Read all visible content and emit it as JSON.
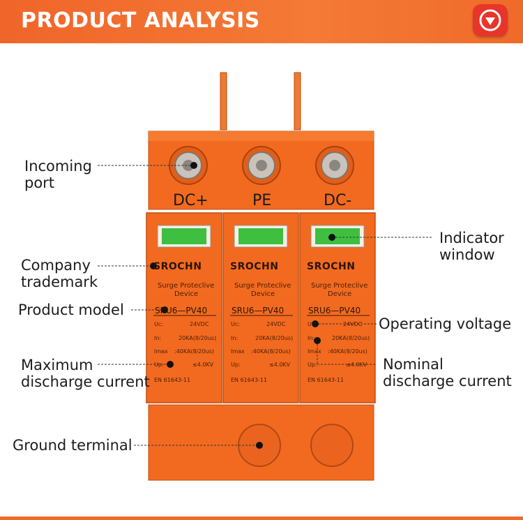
{
  "header": {
    "title": "PRODUCT ANALYSIS",
    "icon": "chevron-down-circle-icon"
  },
  "device": {
    "ports": [
      "DC+",
      "PE",
      "DC-"
    ],
    "modules": [
      {
        "brand": "SROCHN",
        "name_line1": "Surge Proteclive",
        "name_line2": "Device",
        "model": "SRU6—PV40",
        "uc_label": "Uc:",
        "uc_value": "24VDC",
        "in_label": "In:",
        "in_value": "20KA(8/20us)",
        "imax_label": "Imax",
        "imax_value": ":40KA(8/20us)",
        "up_label": "Up:",
        "up_value": "≤4.0KV",
        "standard": "EN 61643-11"
      },
      {
        "brand": "SROCHN",
        "name_line1": "Surge Proteclive",
        "name_line2": "Device",
        "model": "SRU6—PV40",
        "uc_label": "Uc:",
        "uc_value": "24VDC",
        "in_label": "In:",
        "in_value": "20KA(8/20us)",
        "imax_label": "Imax",
        "imax_value": ":40KA(8/20us)",
        "up_label": "Up:",
        "up_value": "≤4.0KV",
        "standard": "EN 61643-11"
      },
      {
        "brand": "SROCHN",
        "name_line1": "Surge Proteclive",
        "name_line2": "Device",
        "model": "SRU6—PV40",
        "uc_label": "Uc:",
        "uc_value": "24VDC",
        "in_label": "In:",
        "in_value": "20KA(8/20us)",
        "imax_label": "Imax",
        "imax_value": ":40KA(8/20us)",
        "up_label": "Up:",
        "up_value": "≤4.0KV",
        "standard": "EN 61643-11"
      }
    ],
    "colors": {
      "body": "#f26a1f",
      "body_dark": "#c94f10",
      "indicator": "#3fbf3f",
      "accent": "#e8352a"
    }
  },
  "callouts": {
    "incoming_port": [
      "Incoming",
      "port"
    ],
    "company_trademark": [
      "Company",
      "trademark"
    ],
    "product_model": [
      "Product model"
    ],
    "maximum_discharge": [
      "Maximum",
      "discharge current"
    ],
    "ground_terminal": [
      "Ground terminal"
    ],
    "indicator_window": [
      "Indicator",
      "window"
    ],
    "operating_voltage": [
      "Operating voltage"
    ],
    "nominal_discharge": [
      "Nominal",
      "discharge current"
    ]
  }
}
